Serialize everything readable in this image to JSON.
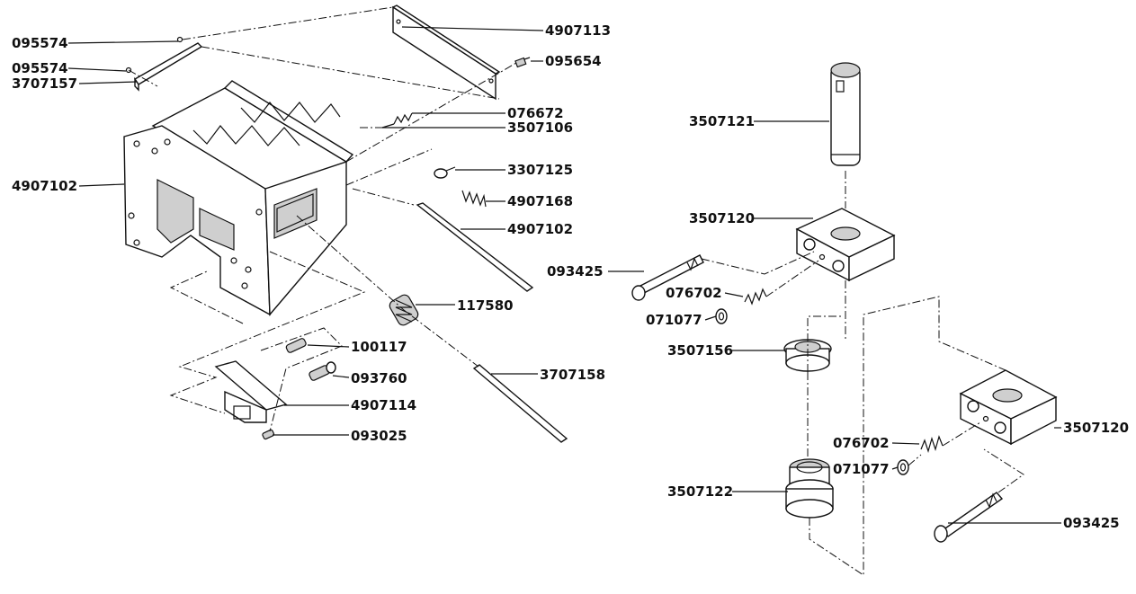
{
  "diagram": {
    "labels": {
      "l01": "095574",
      "l02": "095574",
      "l03": "3707157",
      "l04": "4907102",
      "l05": "4907113",
      "l06": "095654",
      "l07": "076672",
      "l08": "3507106",
      "l09": "3307125",
      "l10": "4907168",
      "l11": "4907102",
      "l12": "117580",
      "l13": "100117",
      "l14": "093760",
      "l15": "4907114",
      "l16": "093025",
      "l17": "3707158",
      "r01": "3507121",
      "r02": "3507120",
      "r03": "093425",
      "r04": "076702",
      "r05": "071077",
      "r06": "3507156",
      "r07": "3507120",
      "r08": "076702",
      "r09": "071077",
      "r10": "3507122",
      "r11": "093425"
    }
  }
}
